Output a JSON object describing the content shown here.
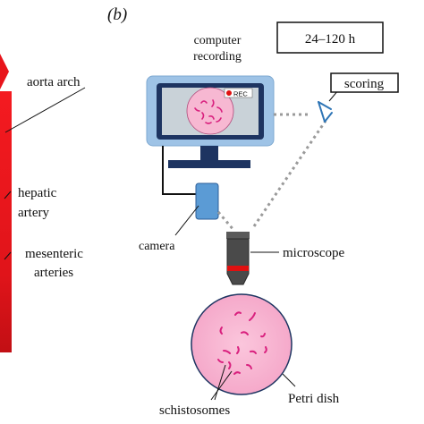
{
  "panel_label": "(b)",
  "left_panel": {
    "labels": {
      "aorta_arch": "aorta arch",
      "hepatic_line1": "hepatic",
      "hepatic_line2": "artery",
      "mesenteric_line1": "mesenteric",
      "mesenteric_line2": "arteries"
    }
  },
  "right_panel": {
    "time_box": "24–120 h",
    "computer_line1": "computer",
    "computer_line2": "recording",
    "rec_badge": "REC",
    "scoring_box": "scoring",
    "camera": "camera",
    "microscope": "microscope",
    "schistosomes": "schistosomes",
    "petri_dish": "Petri dish"
  },
  "colors": {
    "artery_red": "#e8141b",
    "monitor_frame": "#9ec3e6",
    "monitor_dark": "#1d3461",
    "screen_dish": "#f7b8d2",
    "worm": "#d9207e",
    "camera_blue": "#5b9bd5",
    "dotted_gray": "#9a9a9a",
    "eye_blue": "#2e75b6"
  }
}
